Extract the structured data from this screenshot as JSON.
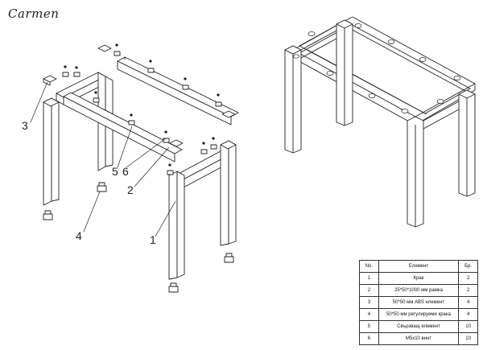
{
  "title": "Carmen",
  "callouts": {
    "c1": "1",
    "c2": "2",
    "c3": "3",
    "c4": "4",
    "c5": "5",
    "c6": "6"
  },
  "parts_table": {
    "headers": [
      "No.",
      "Елемент",
      "Бр."
    ],
    "rows": [
      [
        "1",
        "Крак",
        "2"
      ],
      [
        "2",
        "25*50*1000 мм рамка",
        "2"
      ],
      [
        "3",
        "50*50 мм ABS елемент",
        "4"
      ],
      [
        "4",
        "50*50 мм регулируеми крака",
        "4"
      ],
      [
        "5",
        "Свързващ елемент",
        "10"
      ],
      [
        "6",
        "M5x10 винт",
        "10"
      ]
    ]
  }
}
